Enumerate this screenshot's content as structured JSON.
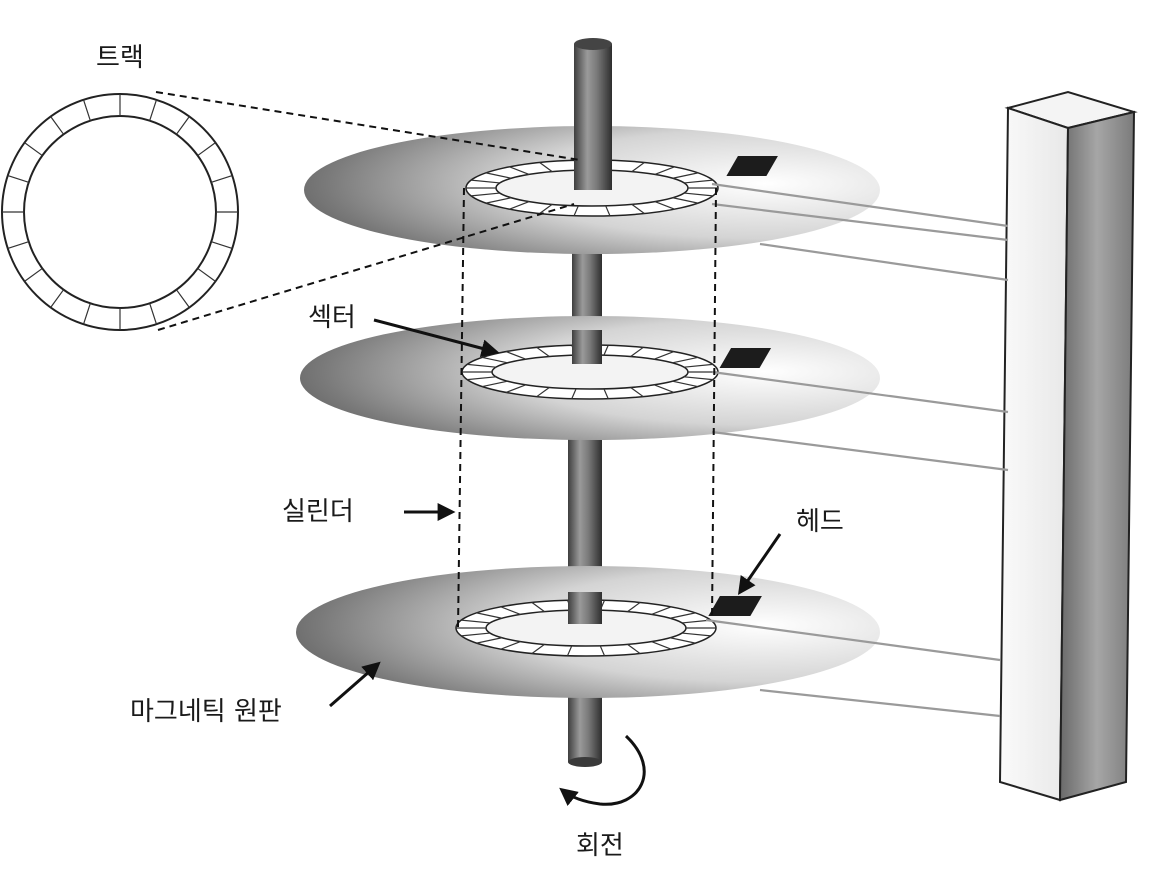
{
  "labels": {
    "track": "트랙",
    "sector": "섹터",
    "cylinder": "실린더",
    "head": "헤드",
    "platter": "마그네틱 원판",
    "rotation": "회전"
  },
  "colors": {
    "ink": "#111111",
    "head": "#1c1c1c",
    "paper": "#ffffff"
  },
  "icons": {
    "rotation": "curved-arrow-icon",
    "pointer": "arrow-icon"
  }
}
